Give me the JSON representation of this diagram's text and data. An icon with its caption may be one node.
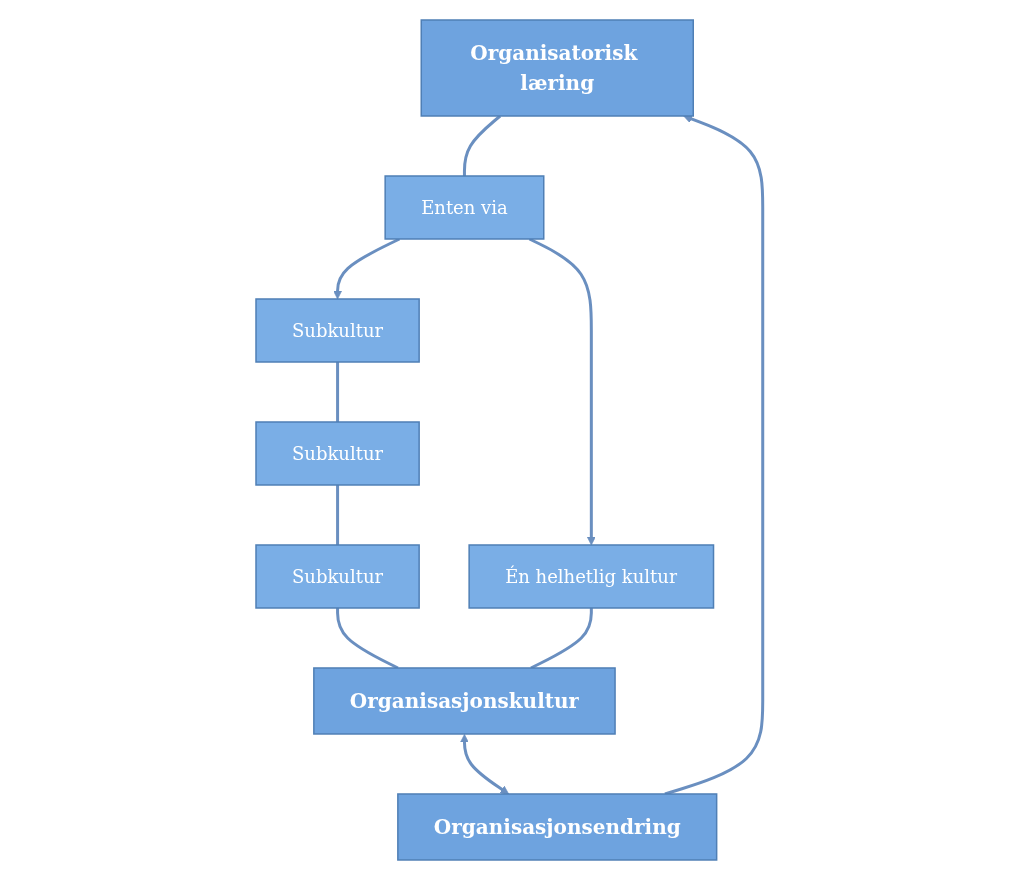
{
  "diagram": {
    "nodes": [
      {
        "text": [
          "Organisatorisk læring"
        ]
      },
      {
        "text": [
          "Enten via"
        ]
      },
      {
        "text": [
          "Subkultur"
        ]
      },
      {
        "text": [
          "Én helhetlig kultur"
        ]
      },
      {
        "text": [
          "Subkultur"
        ]
      },
      {
        "text": [
          "Subkultur"
        ]
      },
      {
        "text": [
          "Organisasjonskultur"
        ]
      },
      {
        "text": [
          "Organisasjonsendring"
        ]
      }
    ],
    "edges": [
      {
        "from": 0,
        "to": 1,
        "arrow": "none"
      },
      {
        "from": 1,
        "to": 2,
        "arrow": "to"
      },
      {
        "from": 1,
        "to": 3,
        "arrow": "to"
      },
      {
        "from": 2,
        "to": 4,
        "arrow": "none"
      },
      {
        "from": 4,
        "to": 5,
        "arrow": "none"
      },
      {
        "from": 5,
        "to": 6,
        "arrow": "none"
      },
      {
        "from": 3,
        "to": 6,
        "arrow": "none"
      },
      {
        "from": 6,
        "to": 7,
        "arrow": "both"
      },
      {
        "from": 7,
        "to": 0,
        "arrow": "to"
      }
    ]
  }
}
